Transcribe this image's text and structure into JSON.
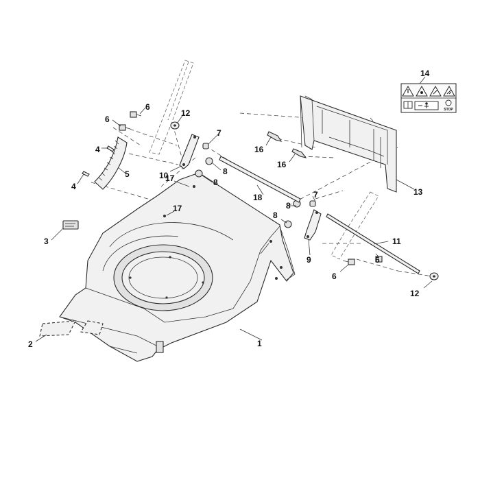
{
  "callouts": [
    {
      "id": "c1",
      "text": "1"
    },
    {
      "id": "c2",
      "text": "2"
    },
    {
      "id": "c3",
      "text": "3"
    },
    {
      "id": "c4a",
      "text": "4"
    },
    {
      "id": "c4b",
      "text": "4"
    },
    {
      "id": "c5",
      "text": "5"
    },
    {
      "id": "c6a",
      "text": "6"
    },
    {
      "id": "c6b",
      "text": "6"
    },
    {
      "id": "c6c",
      "text": "6"
    },
    {
      "id": "c6d",
      "text": "6"
    },
    {
      "id": "c7a",
      "text": "7"
    },
    {
      "id": "c7b",
      "text": "7"
    },
    {
      "id": "c8a",
      "text": "8"
    },
    {
      "id": "c8b",
      "text": "8"
    },
    {
      "id": "c8c",
      "text": "8"
    },
    {
      "id": "c8d",
      "text": "8"
    },
    {
      "id": "c9",
      "text": "9"
    },
    {
      "id": "c10",
      "text": "10"
    },
    {
      "id": "c11",
      "text": "11"
    },
    {
      "id": "c12a",
      "text": "12"
    },
    {
      "id": "c12b",
      "text": "12"
    },
    {
      "id": "c13",
      "text": "13"
    },
    {
      "id": "c14",
      "text": "14"
    },
    {
      "id": "c16a",
      "text": "16"
    },
    {
      "id": "c16b",
      "text": "16"
    },
    {
      "id": "c17a",
      "text": "17"
    },
    {
      "id": "c17b",
      "text": "17"
    },
    {
      "id": "c18",
      "text": "18"
    }
  ],
  "decal": {
    "stop_text": "STOP"
  }
}
